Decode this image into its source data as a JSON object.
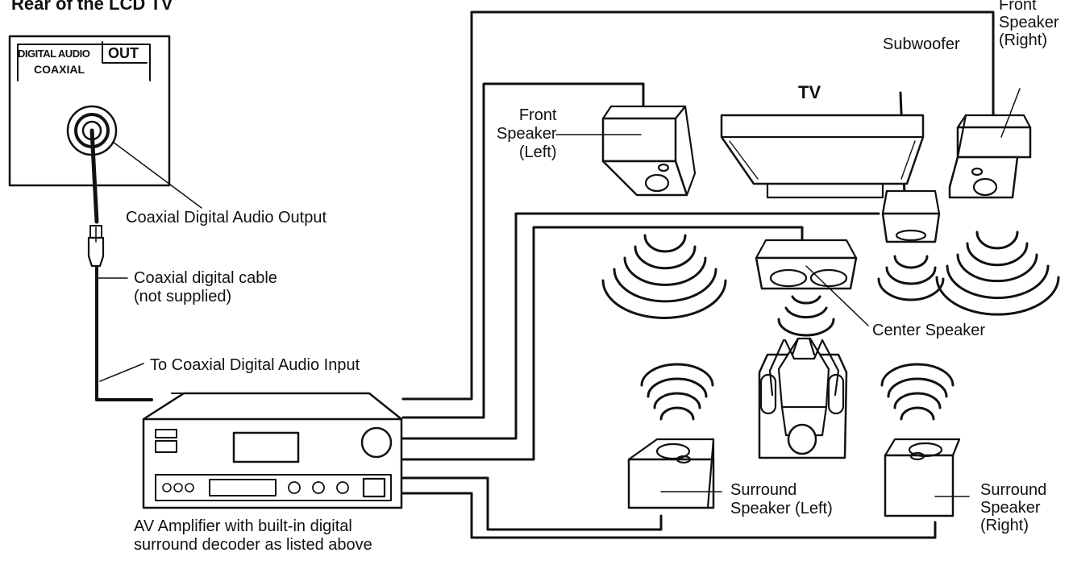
{
  "title": "Rear of the LCD TV",
  "panel": {
    "digital_audio": "DIGITAL AUDIO",
    "out": "OUT",
    "coaxial": "COAXIAL"
  },
  "labels": {
    "coax_output": "Coaxial Digital Audio Output",
    "coax_cable": "Coaxial digital cable\n(not supplied)",
    "to_input": "To Coaxial Digital Audio Input",
    "amplifier": "AV Amplifier with built-in digital\nsurround decoder as listed above",
    "front_left": "Front\nSpeaker\n(Left)",
    "front_right": "Front\nSpeaker\n(Right)",
    "subwoofer": "Subwoofer",
    "tv": "TV",
    "center": "Center Speaker",
    "surround_left": "Surround\nSpeaker (Left)",
    "surround_right": "Surround\nSpeaker\n(Right)"
  },
  "colors": {
    "line": "#111111",
    "background": "#ffffff"
  }
}
